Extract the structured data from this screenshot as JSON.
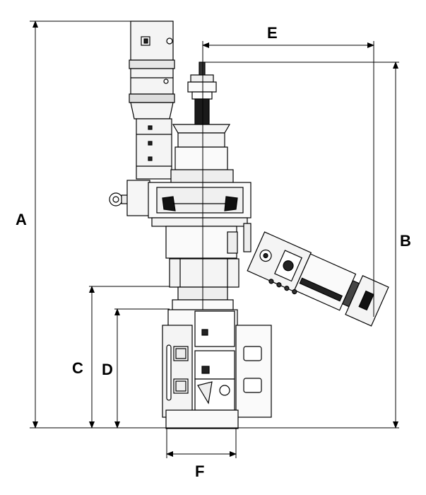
{
  "dimensions": {
    "A": "A",
    "B": "B",
    "C": "C",
    "D": "D",
    "E": "E",
    "F": "F"
  },
  "colors": {
    "line": "#000000",
    "fill_light": "#f2f2f2",
    "fill_mid": "#d9d9d9",
    "fill_dark": "#222222"
  }
}
